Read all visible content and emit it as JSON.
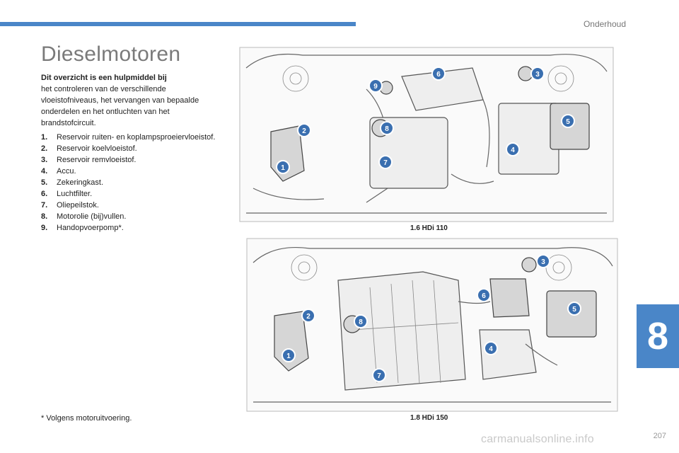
{
  "header": {
    "section": "Onderhoud"
  },
  "title": "Dieselmotoren",
  "intro": {
    "bold": "Dit overzicht is een hulpmiddel bij",
    "rest": "het controleren van de verschillende vloeistofniveaus, het vervangen van bepaalde onderdelen en het ontluchten van het brandstofcircuit."
  },
  "parts": [
    {
      "num": "1.",
      "label": "Reservoir ruiten- en koplampsproeiervloeistof."
    },
    {
      "num": "2.",
      "label": "Reservoir koelvloeistof."
    },
    {
      "num": "3.",
      "label": "Reservoir remvloeistof."
    },
    {
      "num": "4.",
      "label": "Accu."
    },
    {
      "num": "5.",
      "label": "Zekeringkast."
    },
    {
      "num": "6.",
      "label": "Luchtfilter."
    },
    {
      "num": "7.",
      "label": "Oliepeilstok."
    },
    {
      "num": "8.",
      "label": "Motorolie (bij)vullen."
    },
    {
      "num": "9.",
      "label": "Handopvoerpomp*."
    }
  ],
  "footnote": "* Volgens motoruitvoering.",
  "engines": [
    {
      "caption": "1.6 HDi 110",
      "markers": [
        "1",
        "2",
        "3",
        "4",
        "5",
        "6",
        "7",
        "8",
        "9"
      ]
    },
    {
      "caption": "1.8 HDi 150",
      "markers": [
        "1",
        "2",
        "3",
        "4",
        "5",
        "6",
        "7",
        "8"
      ]
    }
  ],
  "chapter": "8",
  "page_number": "207",
  "watermark": "carmanualsonline.info",
  "colors": {
    "accent": "#4a86c8",
    "marker": "#3a6fb0"
  }
}
